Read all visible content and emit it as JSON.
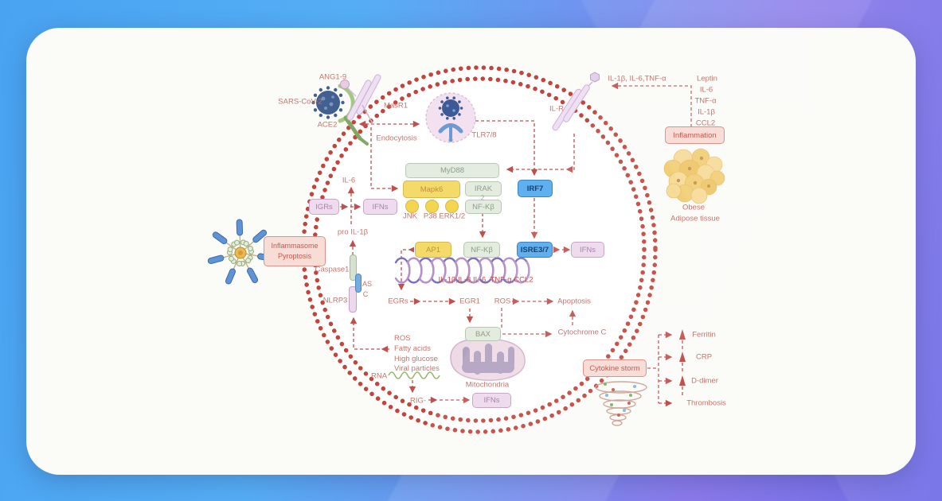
{
  "colors": {
    "background_blue": "#49a3f1",
    "background_purple": "#8b7aea",
    "membrane_red": "#c1453a",
    "arrow_red": "#c0504d",
    "box_green": "#e3ecdf",
    "box_yellow": "#f3da69",
    "box_blue": "#5fb0ef",
    "box_pink": "#eedcee",
    "box_red": "#f8dcd6"
  },
  "virus_entry": {
    "ang19": "ANG1-9",
    "sars": "SARS-CoV-2",
    "ace2": "ACE2",
    "masr1": "MasR1",
    "endocytosis": "Endocytosis"
  },
  "endosome": {
    "tlr78": "TLR7/8"
  },
  "signaling": {
    "myd88": "MyD88",
    "mapk6": "Mapk6",
    "irak": "IRAK",
    "irak_sub": "2",
    "nfkb": "NF-Kβ",
    "irf7": "IRF7",
    "jnk": "JNK",
    "p38_erk12": "P38 ERK1/2"
  },
  "interferon_left": {
    "il6": "IL-6",
    "igrs": "IGRs",
    "ifns": "IFNs"
  },
  "inflammasome": {
    "box_line1": "Inflammasome",
    "box_line2": "Pyroptosis",
    "pro_il1b": "pro IL-1β",
    "caspase1": "Caspase1",
    "asc_top": "AS",
    "asc_bottom": "C",
    "nlrp3": "NLRP3"
  },
  "nucleus": {
    "ap1": "AP1",
    "nfkb": "NF-Kβ",
    "isre37": "ISRE3/7",
    "ifns": "IFNs",
    "genes": "IL-1β,IL-8,IL-6, TNF-α,CCL2"
  },
  "apoptosis_path": {
    "egrs": "EGRs",
    "egr1": "EGR1",
    "ros": "ROS",
    "apoptosis": "Apoptosis",
    "bax": "BAX",
    "cytochrome_c": "Cytochrome C",
    "mitochondria": "Mitochondria"
  },
  "stress": {
    "items": [
      "ROS",
      "Fatty acids",
      "High glucose",
      "Viral particles"
    ],
    "rna": "RNA",
    "rig": "RIG-",
    "ifns": "IFNs"
  },
  "adipose": {
    "ilr": "IL-R",
    "cytokines_arrow": "IL-1β, IL-6,TNF-α",
    "mediators": [
      "Leptin",
      "IL-6",
      "TNF-α",
      "IL-1β",
      "CCL2"
    ],
    "inflammation": "Inflammation",
    "obese_line1": "Obese",
    "obese_line2": "Adipose tissue"
  },
  "storm": {
    "label": "Cytokine storm",
    "outputs": [
      "Ferritin",
      "CRP",
      "D-dimer",
      "Thrombosis"
    ]
  }
}
